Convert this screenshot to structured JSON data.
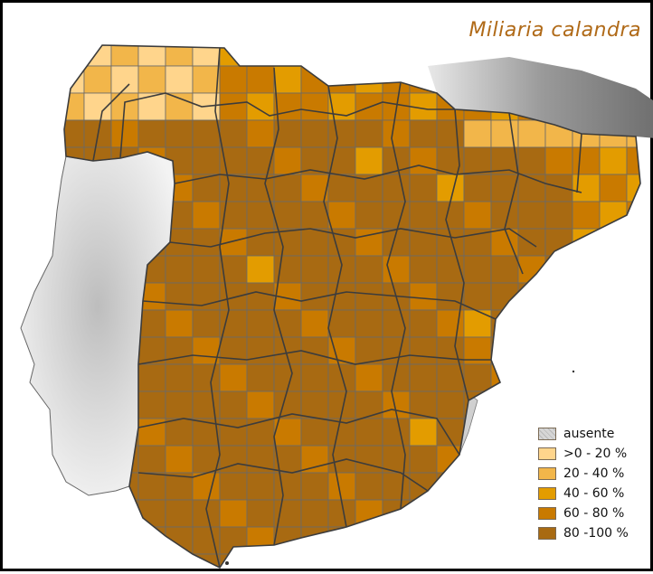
{
  "title": "Miliaria calandra",
  "legend": [
    {
      "label": "ausente",
      "color": "#d6d6d6",
      "pattern": "grey-relief"
    },
    {
      "label": ">0 - 20 %",
      "color": "#ffd58c"
    },
    {
      "label": "20 - 40 %",
      "color": "#f2b64a"
    },
    {
      "label": "40 - 60 %",
      "color": "#e39c00"
    },
    {
      "label": "60 - 80 %",
      "color": "#c97a00"
    },
    {
      "label": "80 -100 %",
      "color": "#a86a12"
    }
  ],
  "colors": {
    "relief_light": "#f2f2f2",
    "relief_dark": "#8c8c8c",
    "grid_line": "#6a6a6a",
    "boundary": "#3c3c3c",
    "title_color": "#b06a18"
  }
}
